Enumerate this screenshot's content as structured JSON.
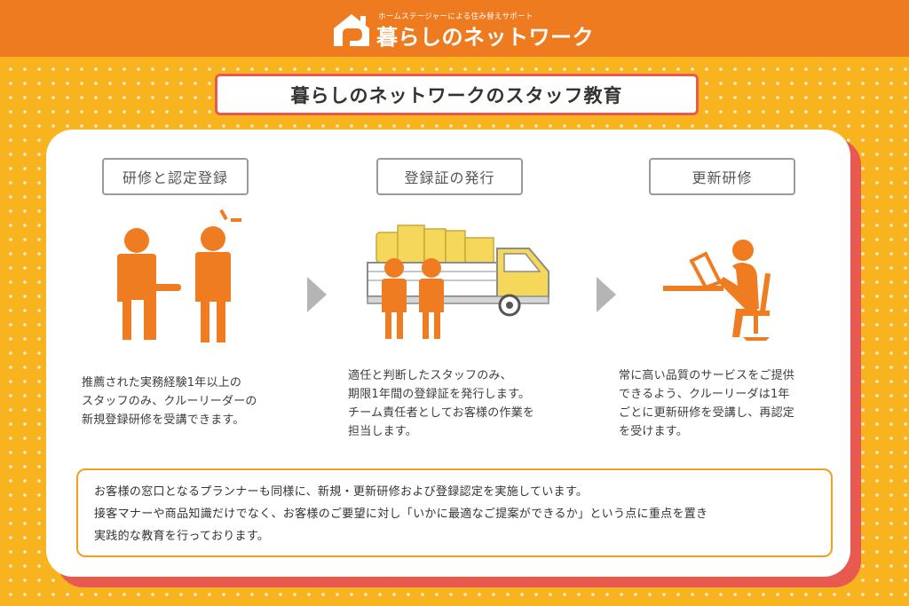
{
  "header": {
    "tagline": "ホームステージャーによる住み替えサポート",
    "brand": "暮らしのネットワーク"
  },
  "title": "暮らしのネットワークのスタッフ教育",
  "steps": [
    {
      "label": "研修と認定登録",
      "text": "推薦された実務経験1年以上の\nスタッフのみ、クルーリーダーの\n新規登録研修を受講できます。"
    },
    {
      "label": "登録証の発行",
      "text": "適任と判断したスタッフのみ、\n期限1年間の登録証を発行します。\nチーム責任者としてお客様の作業を\n担当します。"
    },
    {
      "label": "更新研修",
      "text": "常に高い品質のサービスをご提供\nできるよう、クルーリーダは1年\nごとに更新研修を受講し、再認定\nを受けます。"
    }
  ],
  "note": {
    "lines": [
      "お客様の窓口となるプランナーも同様に、新規・更新研修および登録認定を実施しています。",
      "接客マナーや商品知識だけでなく、お客様のご要望に対し「いかに最適なご提案ができるか」という点に重点を置き",
      "実践的な教育を行っております。"
    ]
  },
  "colors": {
    "header_bg": "#ef7b21",
    "background": "#f8b41f",
    "accent_red": "#e85a4f",
    "figure_orange": "#f07c22",
    "truck_yellow": "#f5d85a",
    "arrow_gray": "#b5b5b5",
    "note_border": "#f0a020"
  },
  "icons": [
    "house-logo-icon",
    "two-people-icon",
    "truck-staff-icon",
    "desk-study-icon",
    "arrow-right-icon"
  ]
}
